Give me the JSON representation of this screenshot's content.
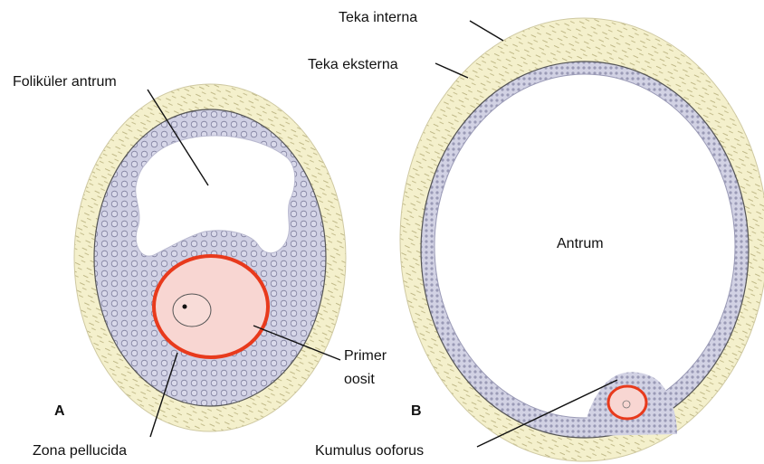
{
  "labels": {
    "teka_interna": "Teka interna",
    "teka_eksterna": "Teka eksterna",
    "folikuler_antrum": "Foliküler antrum",
    "antrum": "Antrum",
    "primer_oosit_line1": "Primer",
    "primer_oosit_line2": "oosit",
    "zona_pellucida": "Zona pellucida",
    "kumulus_ooforus": "Kumulus ooforus",
    "panel_a": "A",
    "panel_b": "B"
  },
  "colors": {
    "theca": "#f4f0cc",
    "theca_edge": "#c9c39a",
    "granulosa": "#cfcfe3",
    "granulosa_cell": "#8b8ba8",
    "antrum_fill": "#ffffff",
    "oocyte": "#f8d6d2",
    "zona": "#e83a1c"
  }
}
